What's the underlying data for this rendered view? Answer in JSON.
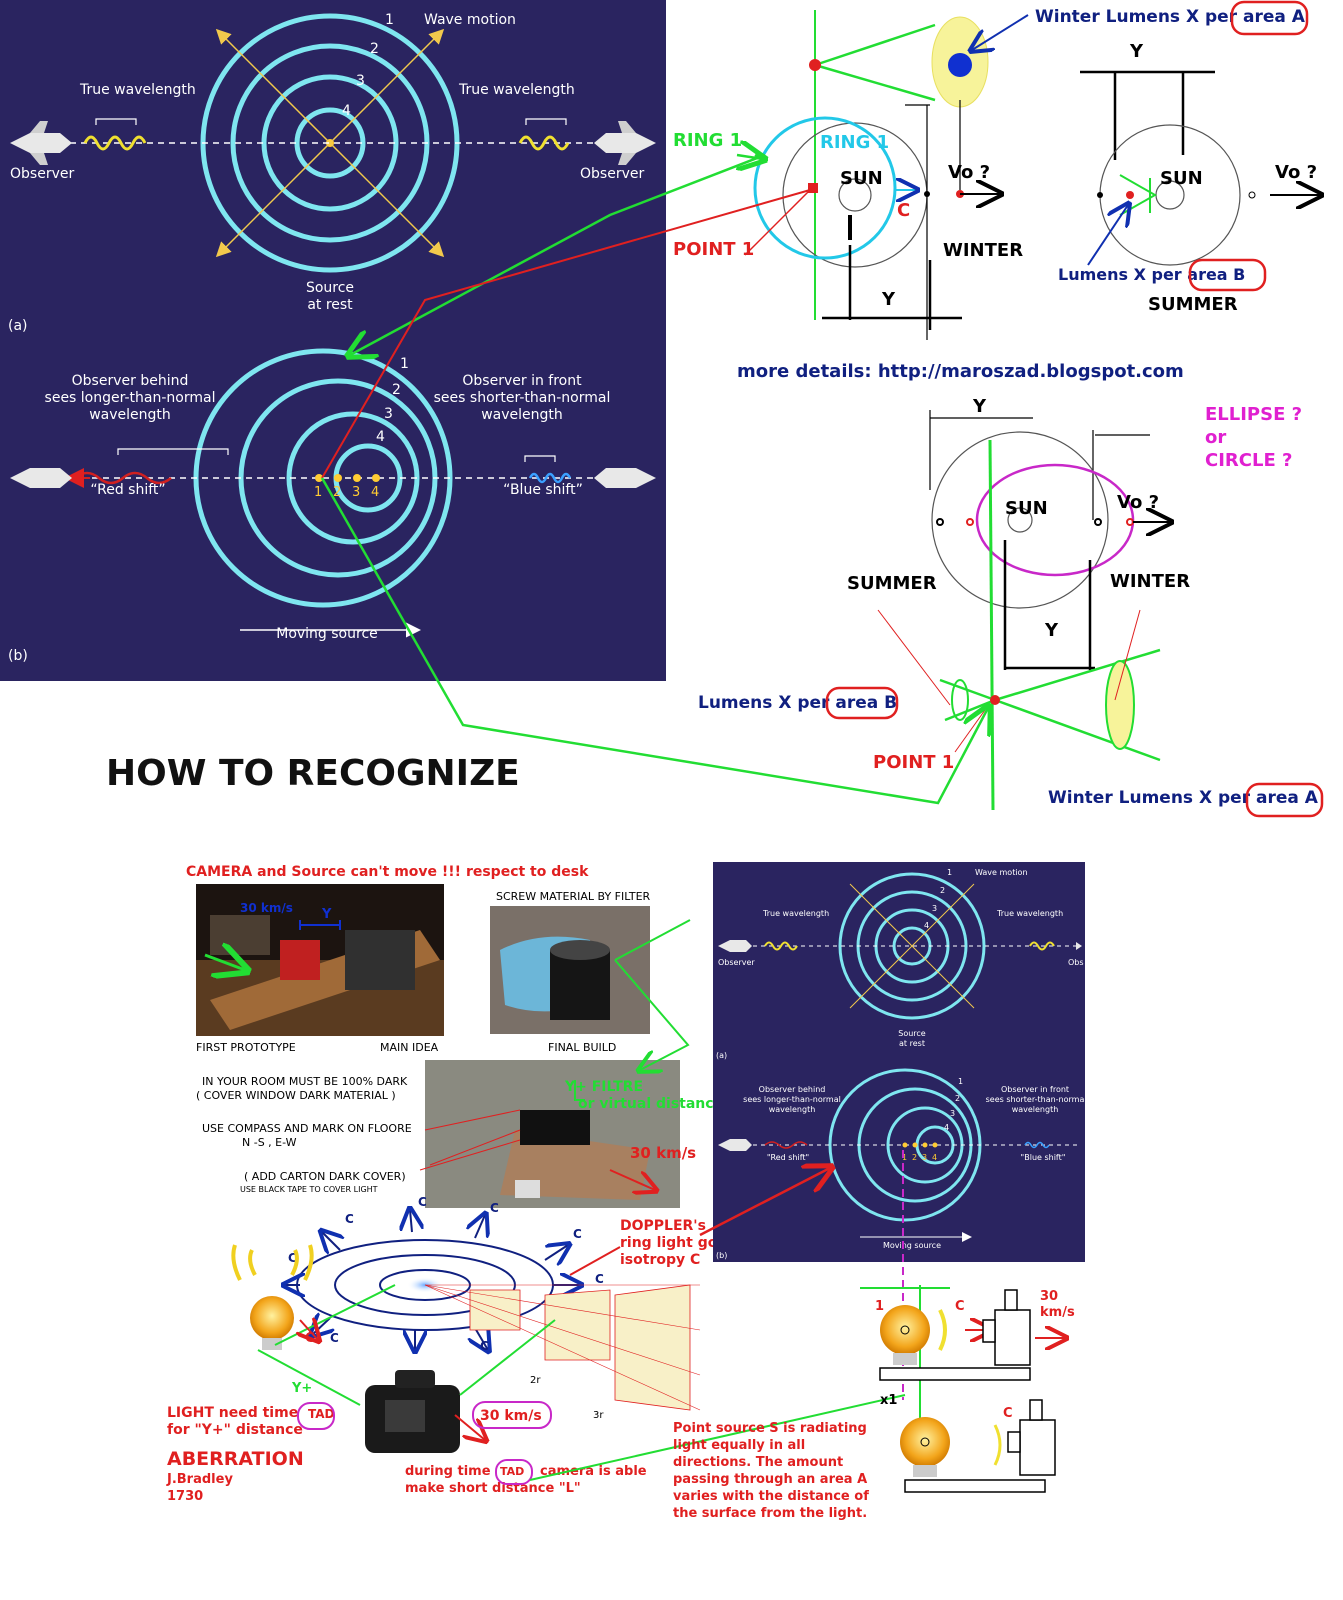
{
  "doppler_top": {
    "wave_motion": "Wave motion",
    "true_wavelength_left": "True wavelength",
    "true_wavelength_right": "True wavelength",
    "observer_left": "Observer",
    "observer_right": "Observer",
    "source_line1": "Source",
    "source_line2": "at rest",
    "panel_label": "(a)",
    "ring_numbers": [
      "1",
      "2",
      "3",
      "4"
    ]
  },
  "doppler_bottom": {
    "behind_line1": "Observer behind",
    "behind_line2": "sees longer-than-normal",
    "behind_line3": "wavelength",
    "front_line1": "Observer in front",
    "front_line2": "sees shorter-than-normal",
    "front_line3": "wavelength",
    "red_shift": "“Red shift”",
    "blue_shift": "“Blue shift”",
    "moving_source": "Moving source",
    "panel_label": "(b)",
    "ring_numbers": [
      "1",
      "2",
      "3",
      "4"
    ],
    "point_numbers": [
      "1",
      "2",
      "3",
      "4"
    ]
  },
  "orbit_top": {
    "winter_lumens_a": "Winter Lumens X per area A",
    "ring1_green": "RING 1",
    "ring1_cyan": "RING 1",
    "sun": "SUN",
    "vo": "Vo ?",
    "c": "C",
    "point1": "POINT 1",
    "winter": "WINTER",
    "y_bottom": "Y",
    "y_top": "Y",
    "sun2": "SUN",
    "vo2": "Vo ?",
    "lumens_b": "Lumens X per area B",
    "summer": "SUMMER"
  },
  "link": "more details: http://maroszad.blogspot.com",
  "orbit_mid": {
    "y_top": "Y",
    "ellipse_q": "ELLIPSE ?",
    "or": "or",
    "circle_q": "CIRCLE ?",
    "sun": "SUN",
    "vo": "Vo ?",
    "summer": "SUMMER",
    "winter": "WINTER",
    "y_bottom": "Y",
    "lumens_b": "Lumens X per area B",
    "point1": "POINT 1",
    "winter_lumens_a": "Winter Lumens X per area A"
  },
  "heading": "HOW TO RECOGNIZE",
  "experiment": {
    "camera_warning": "CAMERA and Source can't move !!! respect to desk",
    "screw_filter": "SCREW MATERIAL BY FILTER",
    "speed_photo": "30 km/s",
    "y_photo": "Y",
    "first_prototype": "FIRST PROTOTYPE",
    "main_idea": "MAIN IDEA",
    "final_build": "FINAL BUILD",
    "dark_room_1": "IN YOUR ROOM MUST BE 100% DARK",
    "dark_room_2": "( COVER WINDOW DARK MATERIAL )",
    "compass_1": "USE COMPASS  AND MARK ON FLOORE",
    "compass_2": "N -S , E-W",
    "carton_1": "( ADD CARTON DARK COVER)",
    "carton_2": "USE BLACK TAPE TO COVER LIGHT",
    "filtre_1": "Y+ FILTRE",
    "filtre_2": "or virtual distance",
    "speed_build": "30 km/s",
    "doppler_ring_1": "DOPPLER's",
    "doppler_ring_2": "ring light go",
    "doppler_ring_3": "isotropy C",
    "c_label": "C",
    "y_plus": "Y+",
    "light_time_1": "LIGHT need time",
    "light_time_2": "for \"Y+\" distance",
    "tad": "TAD",
    "speed_cam": "30 km/s",
    "aberration": "ABERRATION",
    "bradley": "J.Bradley",
    "year": "1730",
    "during_1": "during time",
    "during_2": "camera is able",
    "during_3": "make short distance \"L\"",
    "point_source": [
      "Point source S is radiating",
      "light equally in all",
      "directions. The amount",
      "passing through an area A",
      "varies with the distance of",
      "the surface from the light."
    ],
    "r2": "2r",
    "r3": "3r"
  },
  "bulbs": {
    "one": "1",
    "c": "C",
    "speed": "30",
    "speed_unit": "km/s",
    "x1": "x1",
    "c2": "C"
  },
  "doppler_small": {
    "wave_motion": "Wave motion",
    "true_wl_l": "True wavelength",
    "true_wl_r": "True wavelength",
    "observer_l": "Observer",
    "observer_r": "Obs",
    "source_1": "Source",
    "source_2": "at rest",
    "a": "(a)",
    "behind_1": "Observer behind",
    "behind_2": "sees longer-than-normal",
    "behind_3": "wavelength",
    "front_1": "Observer in front",
    "front_2": "sees shorter-than-norma",
    "front_3": "wavelength",
    "red": "\"Red shift\"",
    "blue": "\"Blue shift\"",
    "moving": "Moving source",
    "b": "(b)",
    "ring_numbers": [
      "1",
      "2",
      "3",
      "4"
    ],
    "point_numbers": [
      "1",
      "2",
      "3",
      "4"
    ]
  },
  "colors": {
    "panel_bg": "#2a2460",
    "ring": "#7fe6f0",
    "green": "#22dd33",
    "red": "#e02020",
    "navy": "#102080",
    "magenta": "#e020d0",
    "cyan": "#22c8e8",
    "yellow": "#f0e060"
  }
}
